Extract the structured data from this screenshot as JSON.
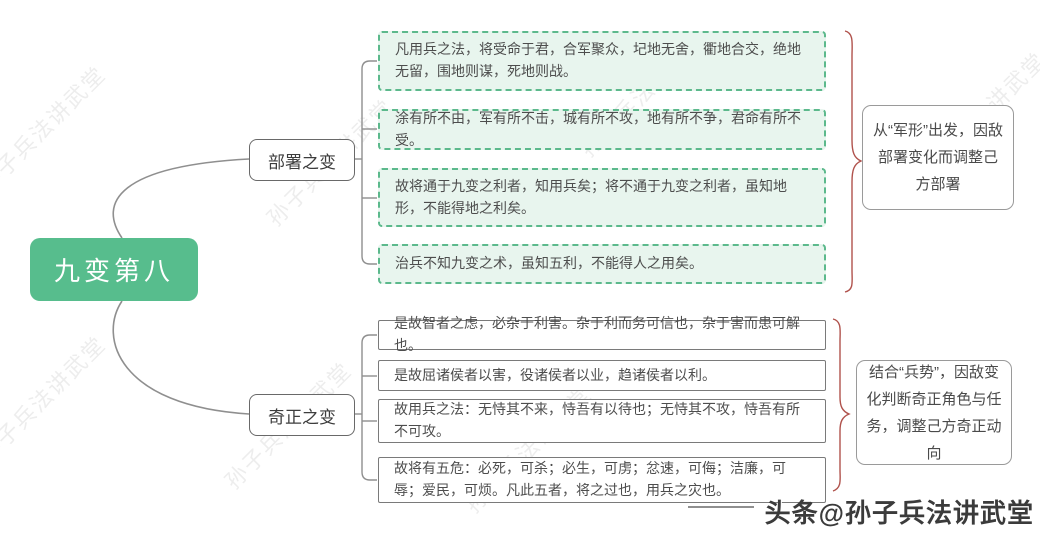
{
  "root": {
    "label": "九变第八"
  },
  "branches": [
    {
      "label": "部署之变",
      "items": [
        "凡用兵之法，将受命于君，合军聚众，圮地无舍，衢地合交，绝地无留，围地则谋，死地则战。",
        "涂有所不由，军有所不击，城有所不攻，地有所不争，君命有所不受。",
        "故将通于九变之利者，知用兵矣；将不通于九变之利者，虽知地形，不能得地之利矣。",
        "治兵不知九变之术，虽知五利，不能得人之用矣。"
      ],
      "annotation": "从“军形”出发，因敌部署变化而调整己方部署"
    },
    {
      "label": "奇正之变",
      "items": [
        "是故智者之虑，必杂于利害。杂于利而务可信也，杂于害而患可解也。",
        "是故屈诸侯者以害，役诸侯者以业，趋诸侯者以利。",
        "故用兵之法：无恃其不来，恃吾有以待也；无恃其不攻，恃吾有所不可攻。",
        "故将有五危：必死，可杀；必生，可虏；忿速，可侮；洁廉，可辱；爱民，可烦。凡此五者，将之过也，用兵之灾也。"
      ],
      "annotation": "结合“兵势”，因敌变化判断奇正角色与任务，调整己方奇正动向"
    }
  ],
  "watermark": {
    "diagonal": "孙子兵法讲武堂",
    "footer": "头条@孙子兵法讲武堂"
  },
  "colors": {
    "root_bg": "#57bd8d",
    "leaf_green_bg": "#e8f5ee",
    "leaf_green_border": "#5cb98c",
    "leaf_gray_border": "#7a7a7a",
    "brace_red": "#b0524c",
    "connector_gray": "#999999"
  }
}
